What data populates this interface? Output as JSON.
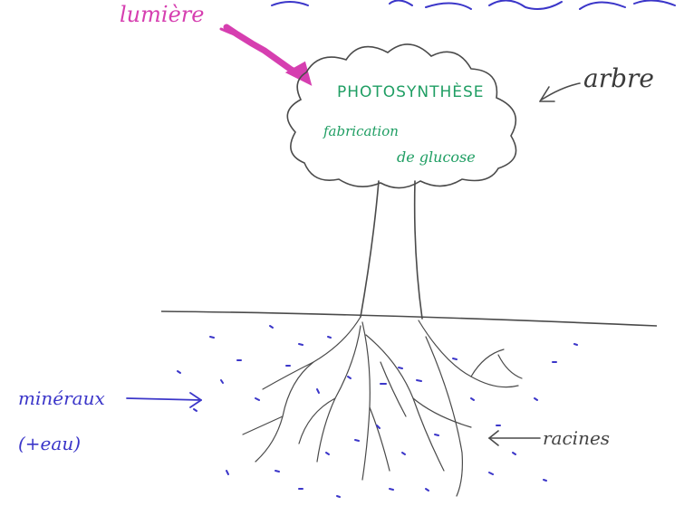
{
  "diagram": {
    "labels": {
      "lumiere": "lumière",
      "arbre": "arbre",
      "photosynthese": "PHOTOSYNTHÈSE",
      "fabrication": "fabrication",
      "glucose": "de glucose",
      "mineraux": "minéraux",
      "eau": "(+eau)",
      "racines": "racines"
    },
    "colors": {
      "lumiere": "#d63fb0",
      "photosynthese_text": "#1f9e63",
      "mineraux": "#3b36c9",
      "drawing_lines": "#4a4a4a"
    }
  }
}
